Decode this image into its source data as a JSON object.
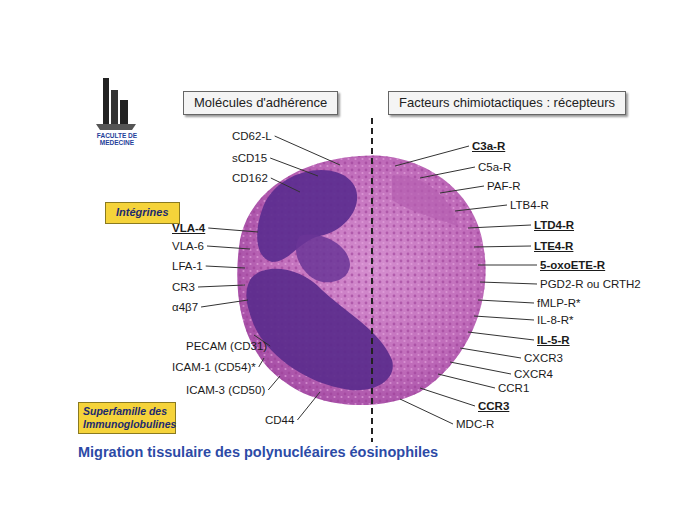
{
  "diagram": {
    "title": "Migration tissulaire des polynucléaires éosinophiles",
    "nodes": [
      {
        "text": [
          "Molécules d'adhérence"
        ]
      },
      {
        "text": [
          "Facteurs chimiotactiques : récepteurs"
        ]
      },
      {
        "text": [
          "Intégrines"
        ]
      },
      {
        "text": [
          "Superfamille des Immunoglobulines"
        ]
      }
    ],
    "labels": [
      "FACULTE DE MEDECINE",
      "CD62-L",
      "sCD15",
      "CD162",
      "VLA-4",
      "VLA-6",
      "LFA-1",
      "CR3",
      "α4β7",
      "PECAM (CD31)",
      "ICAM-1 (CD54)*",
      "ICAM-3 (CD50)",
      "CD44",
      "C3a-R",
      "C5a-R",
      "PAF-R",
      "LTB4-R",
      "LTD4-R",
      "LTE4-R",
      "5-oxoETE-R",
      "PGD2-R ou CRTH2",
      "fMLP-R*",
      "IL-8-R*",
      "IL-5-R",
      "CXCR3",
      "CXCR4",
      "CCR1",
      "CCR3",
      "MDC-R"
    ]
  }
}
